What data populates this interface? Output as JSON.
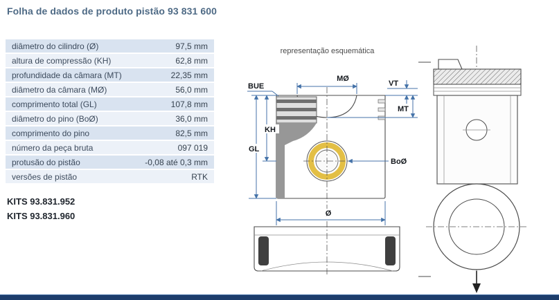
{
  "page": {
    "title": "Folha de dados de produto pistão 93 831 600"
  },
  "spec_table": {
    "rows": [
      {
        "label": "diâmetro do cilindro (Ø)",
        "value": "97,5 mm"
      },
      {
        "label": "altura de compressão (KH)",
        "value": "62,8 mm"
      },
      {
        "label": "profundidade da câmara (MT)",
        "value": "22,35 mm"
      },
      {
        "label": "diâmetro da câmara (MØ)",
        "value": "56,0 mm"
      },
      {
        "label": "comprimento total (GL)",
        "value": "107,8 mm"
      },
      {
        "label": "diâmetro do pino (BoØ)",
        "value": "36,0 mm"
      },
      {
        "label": "comprimento do pino",
        "value": "82,5 mm"
      },
      {
        "label": "número da peça bruta",
        "value": "097 019"
      },
      {
        "label": "protusão do pistão",
        "value": "-0,08 até 0,3 mm"
      },
      {
        "label": "versões de pistão",
        "value": "RTK"
      }
    ]
  },
  "kits": {
    "lines": [
      "KITS 93.831.952",
      "KITS 93.831.960"
    ]
  },
  "diagram": {
    "caption": "representação esquemática",
    "labels": {
      "bue": "BUE",
      "mo": "MØ",
      "vt": "VT",
      "mt": "MT",
      "kh": "KH",
      "gl": "GL",
      "bo": "BoØ",
      "dia": "Ø"
    }
  },
  "colors": {
    "title": "#4e6a85",
    "row_alt": "#d9e3f0",
    "row_base": "#ecf1f8",
    "dimension_line": "#4472a8",
    "pin_bushing": "#e3bf45",
    "footer_bar": "#1d3d6b"
  }
}
